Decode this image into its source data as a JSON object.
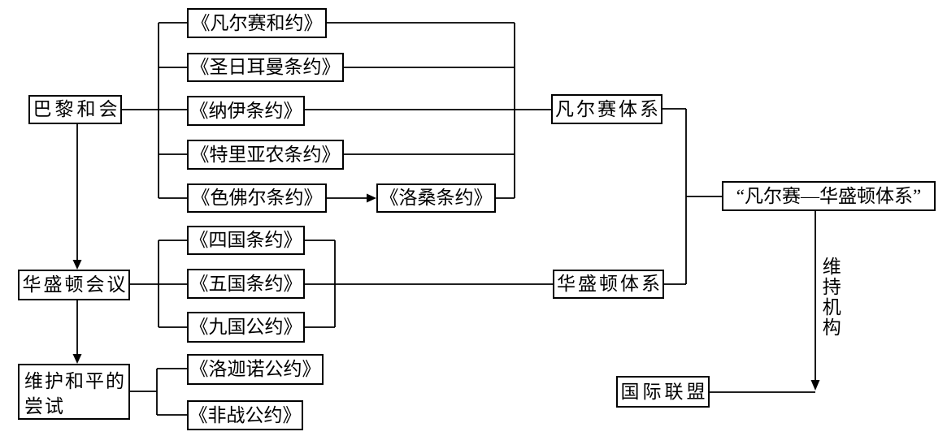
{
  "diagram": {
    "nodes": {
      "paris_conference": {
        "label": "巴黎和会"
      },
      "versailles_treaty": {
        "label": "《凡尔赛和约》"
      },
      "saint_germain_treaty": {
        "label": "《圣日耳曼条约》"
      },
      "neuilly_treaty": {
        "label": "《纳伊条约》"
      },
      "trianon_treaty": {
        "label": "《特里亚农条约》"
      },
      "sevres_treaty": {
        "label": "《色佛尔条约》"
      },
      "lausanne_treaty": {
        "label": "《洛桑条约》"
      },
      "versailles_system": {
        "label": "凡尔赛体系"
      },
      "washington_conference": {
        "label": "华盛顿会议"
      },
      "four_power_treaty": {
        "label": "《四国条约》"
      },
      "five_power_treaty": {
        "label": "《五国条约》"
      },
      "nine_power_pact": {
        "label": "《九国公约》"
      },
      "washington_system": {
        "label": "华盛顿体系"
      },
      "versailles_washington_system": {
        "label": "“凡尔赛—华盛顿体系”"
      },
      "peace_attempts": {
        "label": "维护和平的尝试"
      },
      "locarno_pact": {
        "label": "《洛迦诺公约》"
      },
      "kellogg_briand_pact": {
        "label": "《非战公约》"
      },
      "league_of_nations": {
        "label": "国际联盟"
      }
    },
    "edge_labels": {
      "maintaining_organization": "维持机构"
    },
    "colors": {
      "background": "#ffffff",
      "line": "#000000",
      "box_border": "#000000",
      "text": "#000000"
    }
  }
}
